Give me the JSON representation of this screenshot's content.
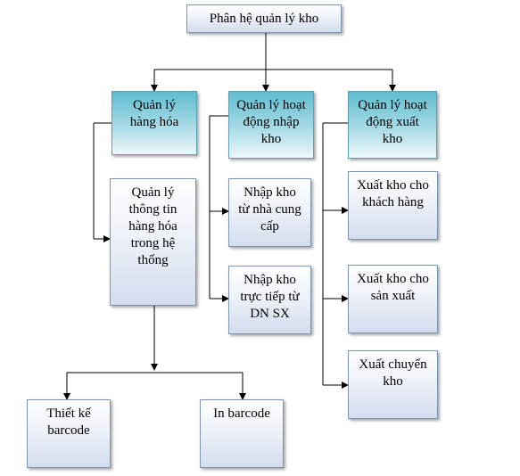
{
  "diagram": {
    "root": "Phân hệ quản lý kho",
    "branches": [
      {
        "title": "Quản lý\nhàng hóa",
        "children": [
          "Quản lý\nthông tin\nhàng hóa\ntrong hệ\nthống"
        ]
      },
      {
        "title": "Quản lý hoạt\nđộng nhập\nkho",
        "children": [
          "Nhập kho\ntừ nhà cung\ncấp",
          "Nhập kho\ntrực tiếp từ\nDN SX"
        ]
      },
      {
        "title": "Quản lý hoạt\nđộng xuất\nkho",
        "children": [
          "Xuất kho cho\nkhách hàng",
          "Xuất kho cho\nsản xuất",
          "Xuất chuyển\nkho"
        ]
      }
    ],
    "leaves": [
      "Thiết kế\nbarcode",
      "In barcode"
    ]
  }
}
